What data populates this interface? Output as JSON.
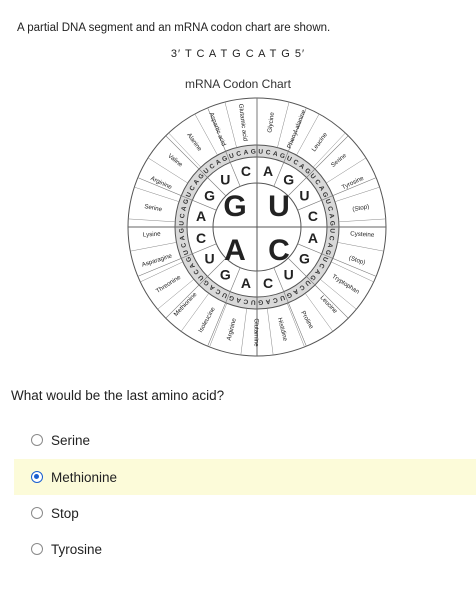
{
  "prompt": {
    "intro": "A partial DNA segment and an mRNA codon chart are shown.",
    "dna_segment": "3′ T C A T G C A T G 5′",
    "chart_title": "mRNA Codon Chart"
  },
  "codon_wheel": {
    "center_letters": [
      "G",
      "U",
      "A",
      "C"
    ],
    "second_ring": [
      "A",
      "G",
      "U",
      "C",
      "A",
      "G",
      "U",
      "C",
      "A",
      "G",
      "U",
      "C",
      "A",
      "G",
      "U",
      "C"
    ],
    "third_ring": "UCAGUCAGUCAGUCAGUCAGUCAGUCAGUCAGUCAGUCAGUCAGUCAGUCAGUCAGUCAGUCAG",
    "amino_acids": [
      "Glycine",
      "Phenyl-alanine",
      "Leucine",
      "Serine",
      "Tyrosine",
      "(Stop)",
      "Cysteine",
      "(Stop)",
      "Tryptophan",
      "Leucine",
      "Proline",
      "Histidine",
      "Glutamine",
      "Arginine",
      "Isoleucine",
      "Methionine",
      "Threonine",
      "Asparagine",
      "Lysine",
      "Serine",
      "Arginine",
      "Valine",
      "Alanine",
      "Aspartic acid",
      "Glutamic acid"
    ]
  },
  "question": {
    "text": "What would be the last amino acid?",
    "options": [
      {
        "label": "Serine",
        "selected": false
      },
      {
        "label": "Methionine",
        "selected": true
      },
      {
        "label": "Stop",
        "selected": false
      },
      {
        "label": "Tyrosine",
        "selected": false
      }
    ]
  }
}
